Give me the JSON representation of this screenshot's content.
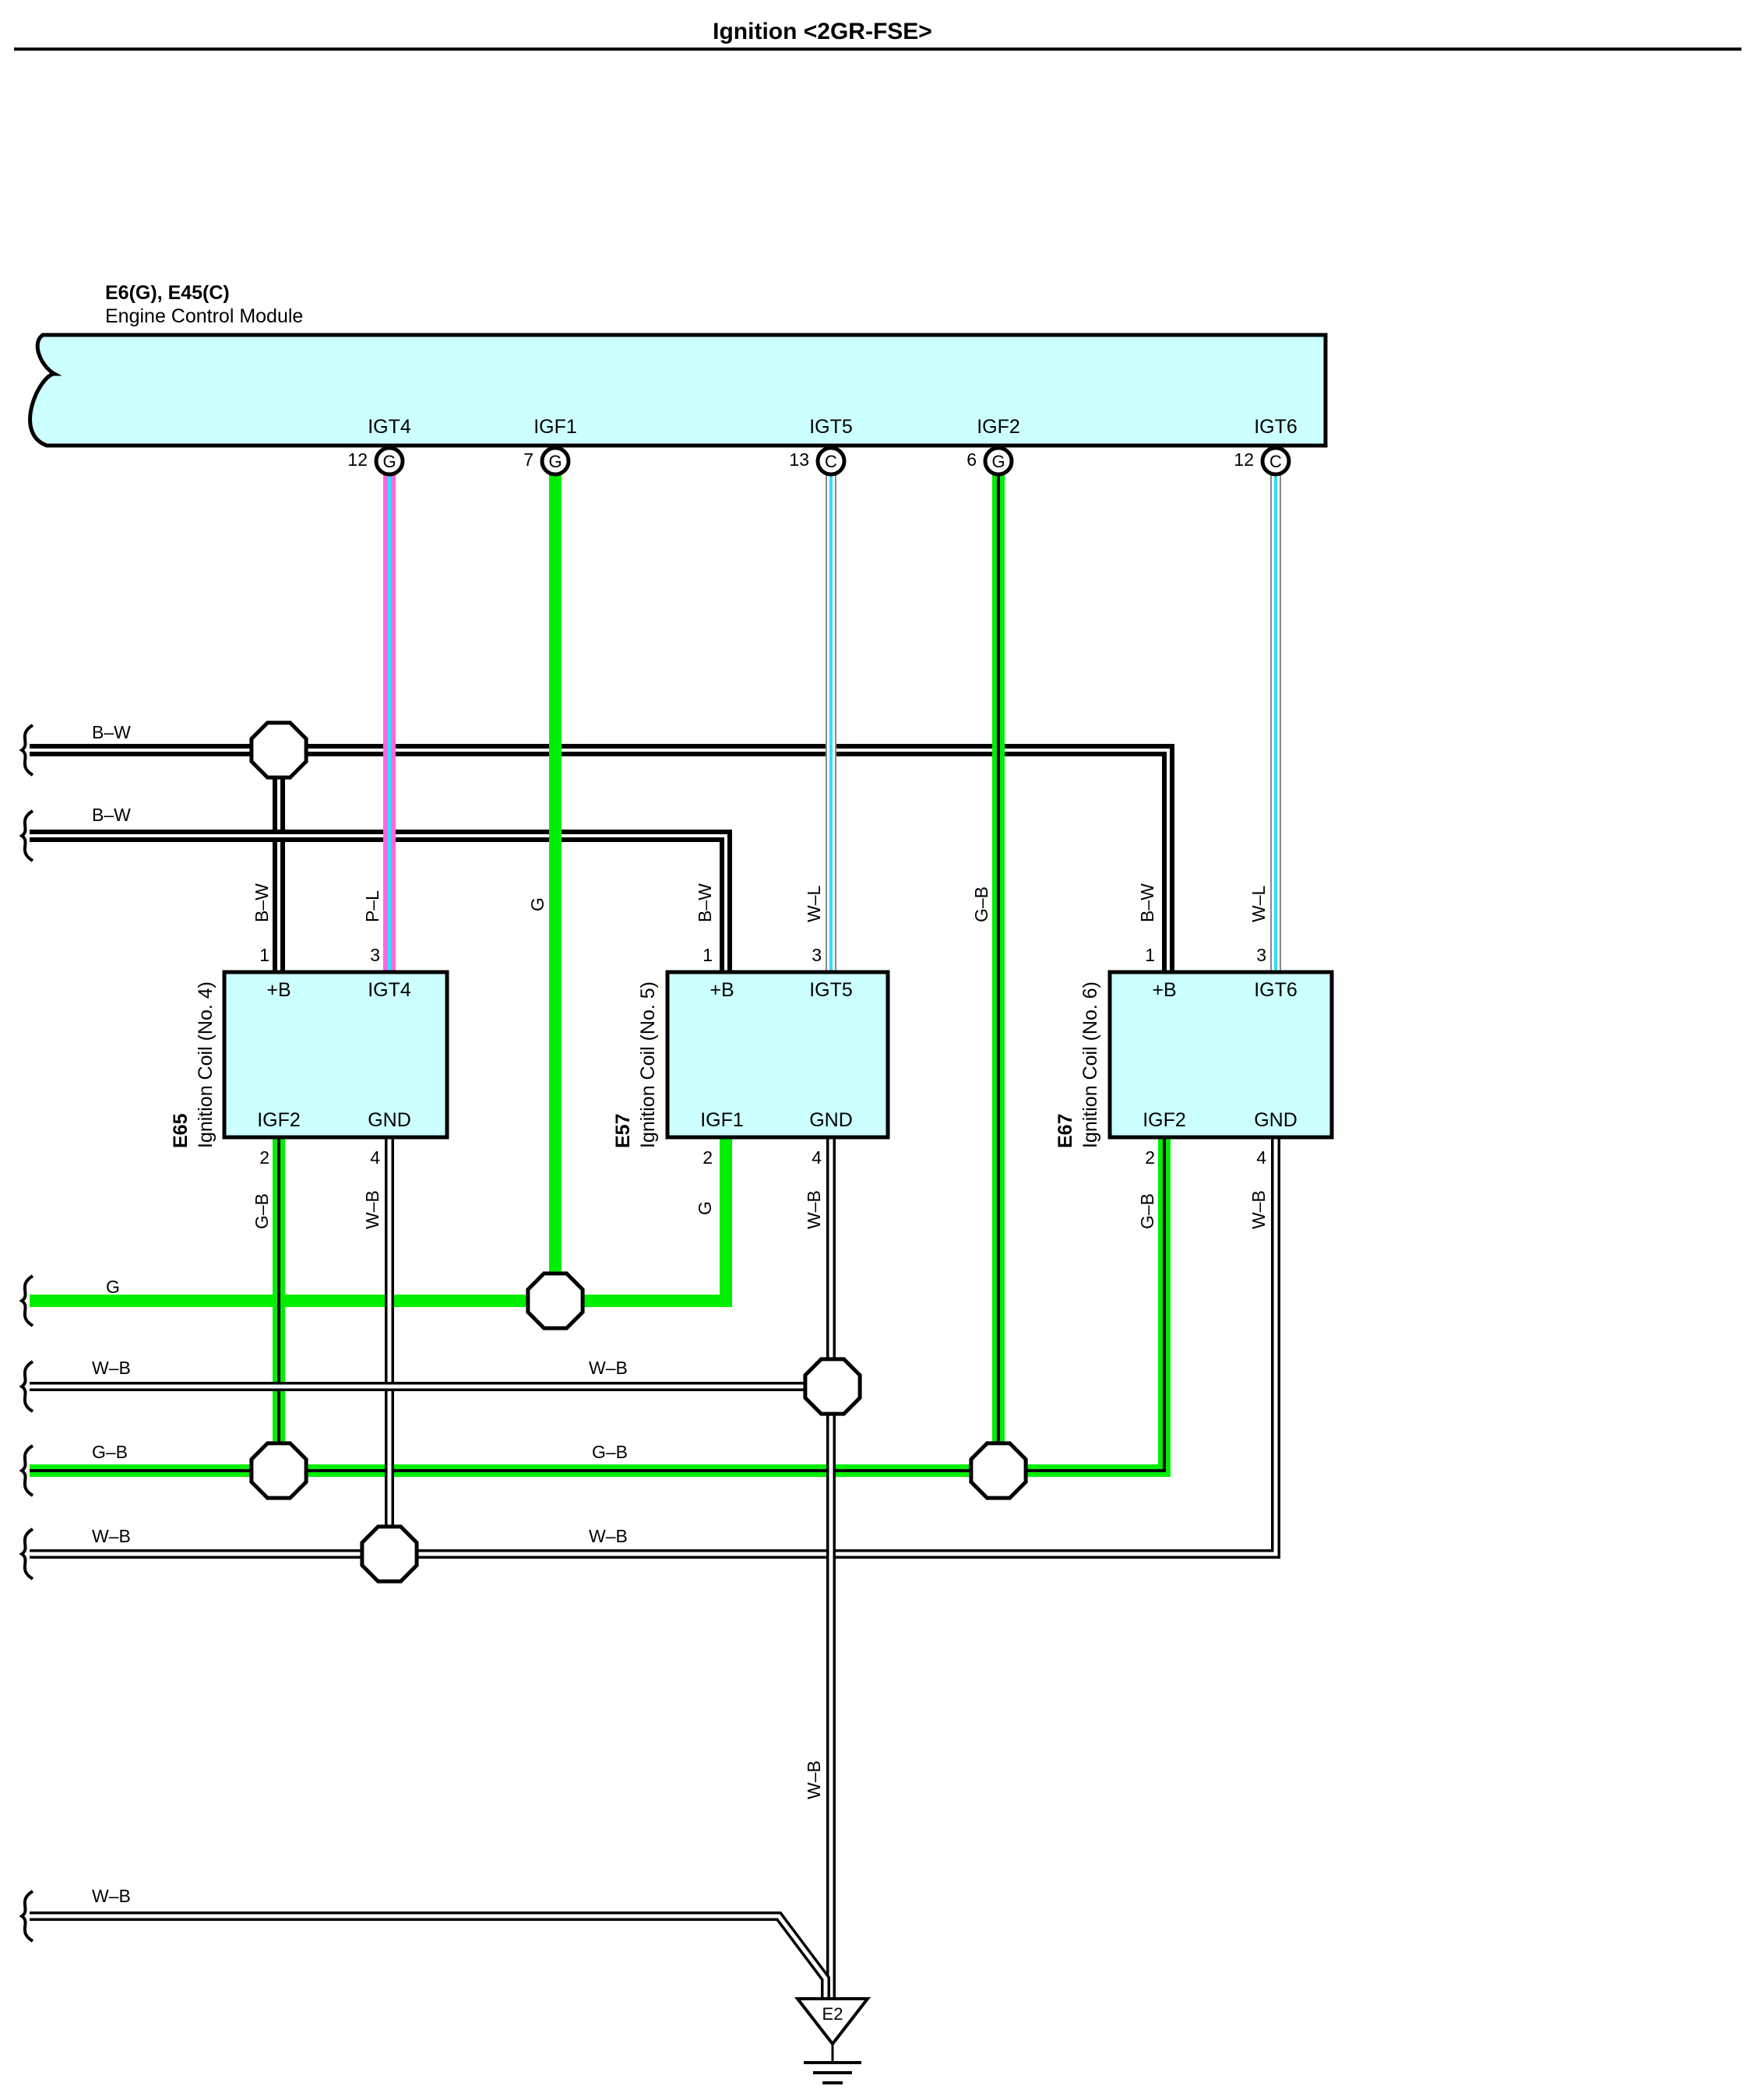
{
  "title": "Ignition <2GR-FSE>",
  "colors": {
    "ecm_fill": "#ccffff",
    "green": "#00ee00",
    "black": "#000000",
    "white": "#ffffff",
    "pink": "#ff66dd",
    "blue": "#33ddff"
  },
  "ecm": {
    "connectors": "E6(G), E45(C)",
    "name": "Engine Control Module",
    "terminals": [
      {
        "label": "IGT4",
        "pin": "12",
        "conn": "G"
      },
      {
        "label": "IGF1",
        "pin": "7",
        "conn": "G"
      },
      {
        "label": "IGT5",
        "pin": "13",
        "conn": "C"
      },
      {
        "label": "IGF2",
        "pin": "6",
        "conn": "G"
      },
      {
        "label": "IGT6",
        "pin": "12",
        "conn": "C"
      }
    ]
  },
  "coils": [
    {
      "code": "E65",
      "name": "Ignition Coil (No. 4)",
      "tl": "+B",
      "tr": "IGT4",
      "bl": "IGF2",
      "br": "GND",
      "p_tl": "1",
      "p_tr": "3",
      "p_bl": "2",
      "p_br": "4",
      "w_tl": "B–W",
      "w_tr": "P–L",
      "w_bl": "G–B",
      "w_br": "W–B"
    },
    {
      "code": "E57",
      "name": "Ignition Coil (No. 5)",
      "tl": "+B",
      "tr": "IGT5",
      "bl": "IGF1",
      "br": "GND",
      "p_tl": "1",
      "p_tr": "3",
      "p_bl": "2",
      "p_br": "4",
      "w_tl": "B–W",
      "w_tr": "W–L",
      "w_bl": "G",
      "w_br": "W–B"
    },
    {
      "code": "E67",
      "name": "Ignition Coil (No. 6)",
      "tl": "+B",
      "tr": "IGT6",
      "bl": "IGF2",
      "br": "GND",
      "p_tl": "1",
      "p_tr": "3",
      "p_bl": "2",
      "p_br": "4",
      "w_tl": "B–W",
      "w_tr": "W–L",
      "w_bl": "G–B",
      "w_br": "W–B"
    }
  ],
  "vertical_wire_labels": {
    "igf1": "G",
    "igf2": "G–B",
    "ground": "W–B"
  },
  "left_wires": [
    {
      "id": "bw1",
      "label": "B–W",
      "mid_label": ""
    },
    {
      "id": "bw2",
      "label": "B–W",
      "mid_label": ""
    },
    {
      "id": "g",
      "label": "G",
      "mid_label": ""
    },
    {
      "id": "wb1",
      "label": "W–B",
      "mid_label": "W–B"
    },
    {
      "id": "gb",
      "label": "G–B",
      "mid_label": "G–B"
    },
    {
      "id": "wb2",
      "label": "W–B",
      "mid_label": "W–B"
    },
    {
      "id": "wb3",
      "label": "W–B",
      "mid_label": ""
    }
  ],
  "ground": {
    "label": "E2"
  }
}
